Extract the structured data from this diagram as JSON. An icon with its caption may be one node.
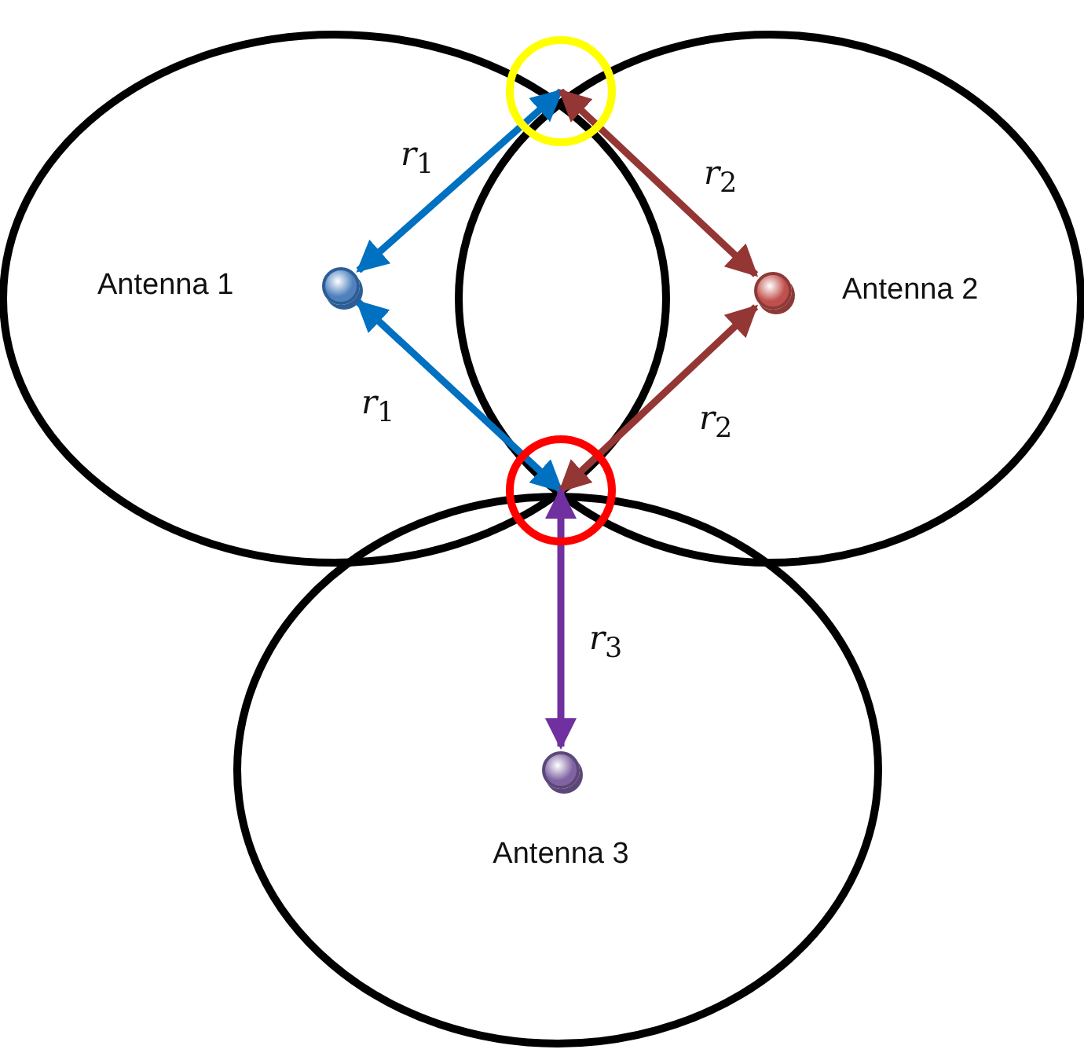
{
  "diagram": {
    "nodes": [
      {
        "text": [],
        "shape": "circle"
      },
      {
        "text": [],
        "shape": "circle",
        "beside": [
          "Antenna 1"
        ]
      },
      {
        "text": [],
        "shape": "circle",
        "beside": [
          "Antenna 2"
        ]
      },
      {
        "text": [],
        "shape": "circle"
      },
      {
        "text": [],
        "shape": "circle",
        "beside": [
          "Antenna 3"
        ]
      }
    ],
    "edges": [
      {
        "from": 0,
        "to": 1,
        "arrow": "both",
        "label": "*r*$_{1}$",
        "color": "#0070c0"
      },
      {
        "from": 1,
        "to": 3,
        "arrow": "both",
        "label": "*r*$_{1}$",
        "color": "#0070c0"
      },
      {
        "from": 0,
        "to": 2,
        "arrow": "both",
        "label": "*r*$_{2}$",
        "color": "#943634"
      },
      {
        "from": 2,
        "to": 3,
        "arrow": "both",
        "label": "*r*$_{2}$",
        "color": "#943634"
      },
      {
        "from": 3,
        "to": 4,
        "arrow": "both",
        "label": "*r*$_{3}$",
        "color": "#7030a0"
      }
    ]
  }
}
